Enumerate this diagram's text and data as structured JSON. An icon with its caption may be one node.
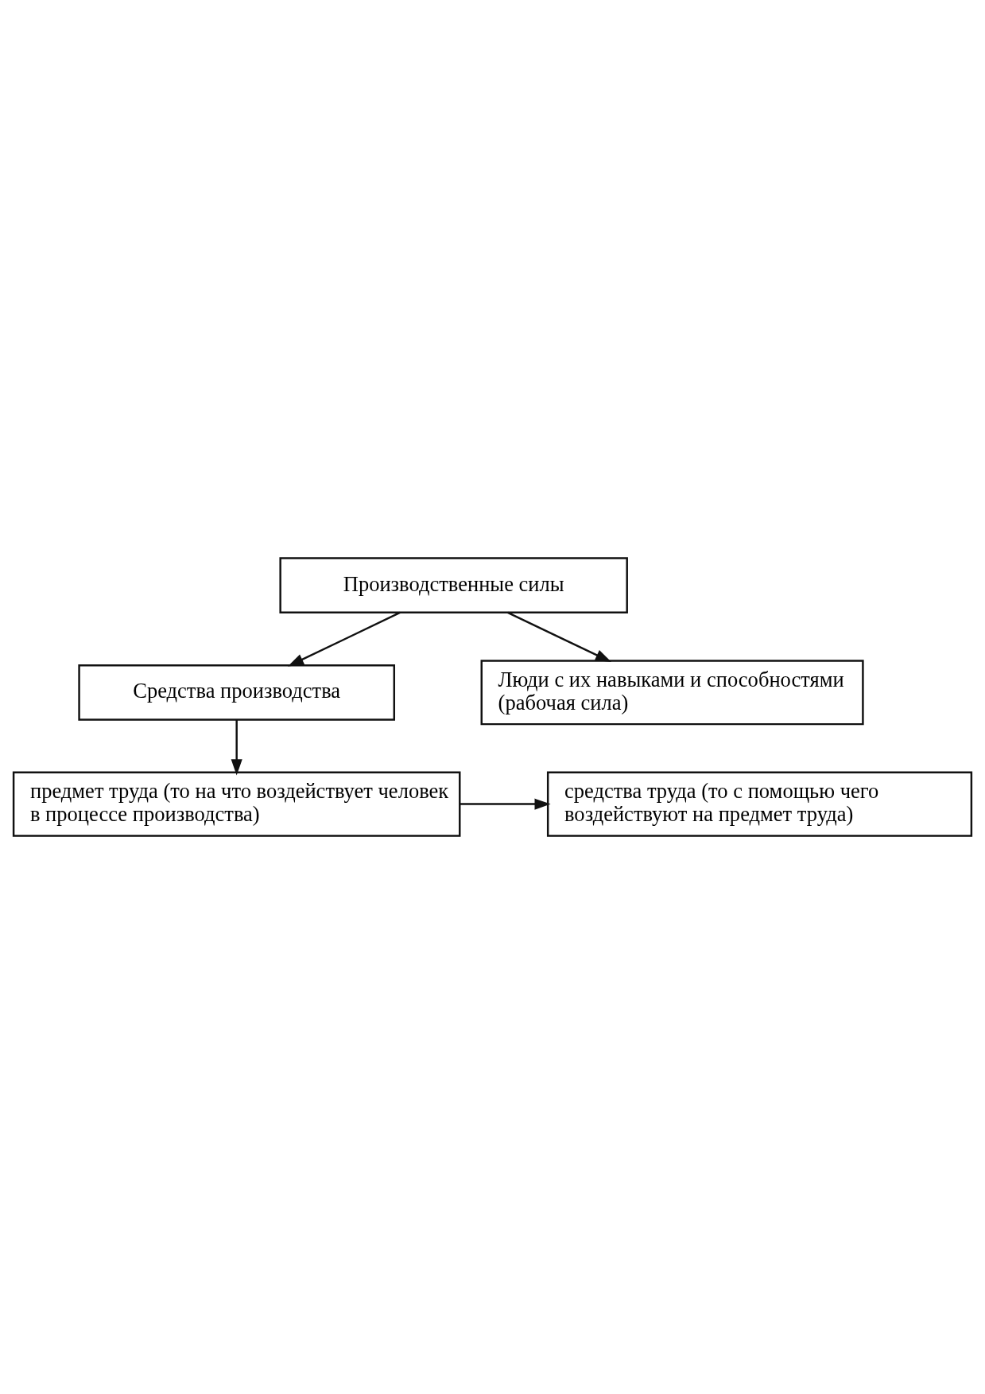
{
  "diagram": {
    "nodes": [
      {
        "text": [
          "Производственные силы"
        ]
      },
      {
        "text": [
          "Средства производства"
        ]
      },
      {
        "text": [
          "Люди с их навыками и способностями (рабочая сила)"
        ]
      },
      {
        "text": [
          "предмет труда (то на что воздействует человек в процессе производства)"
        ]
      },
      {
        "text": [
          "средства труда (то с помощью чего воздействуют на предмет труда)"
        ]
      }
    ],
    "edges": [
      {
        "from": 0,
        "to": 1,
        "arrow": "to"
      },
      {
        "from": 0,
        "to": 2,
        "arrow": "to"
      },
      {
        "from": 1,
        "to": 3,
        "arrow": "to"
      },
      {
        "from": 3,
        "to": 4,
        "arrow": "to"
      }
    ]
  }
}
